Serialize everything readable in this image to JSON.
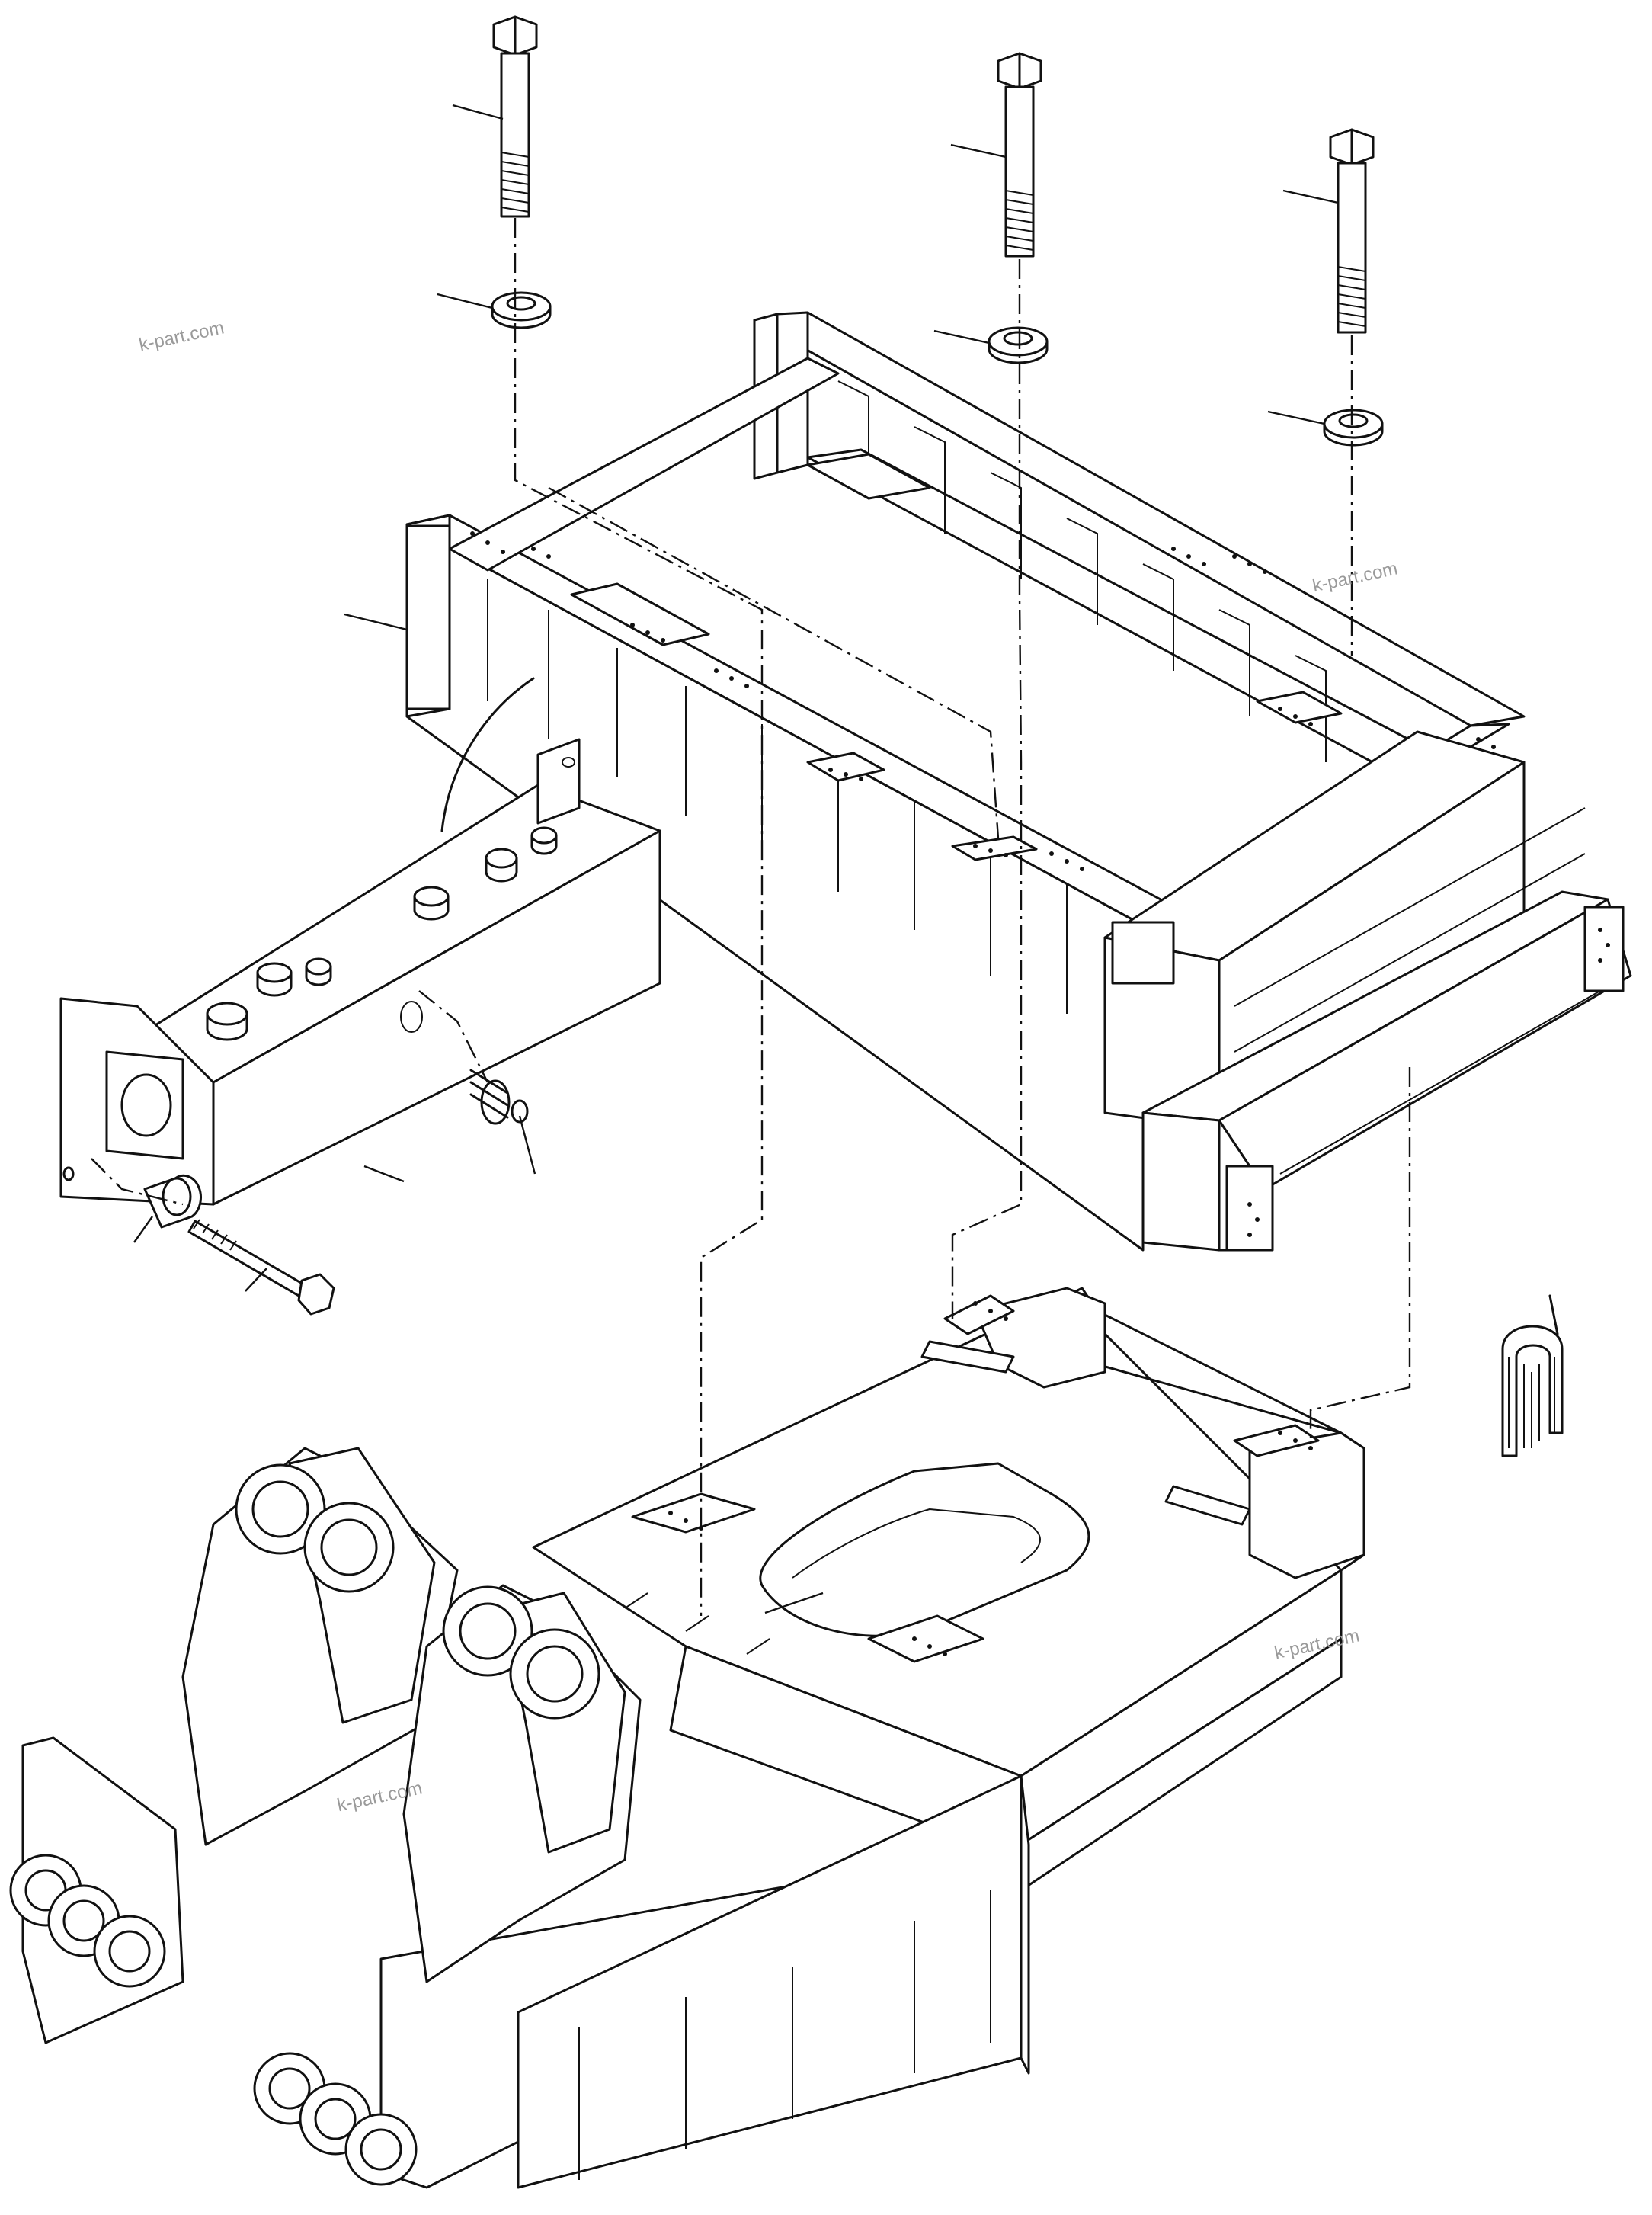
{
  "watermarks": [
    {
      "text": "k-part.com"
    },
    {
      "text": "k-part.com"
    },
    {
      "text": "k-part.com"
    },
    {
      "text": "k-part.com"
    }
  ]
}
